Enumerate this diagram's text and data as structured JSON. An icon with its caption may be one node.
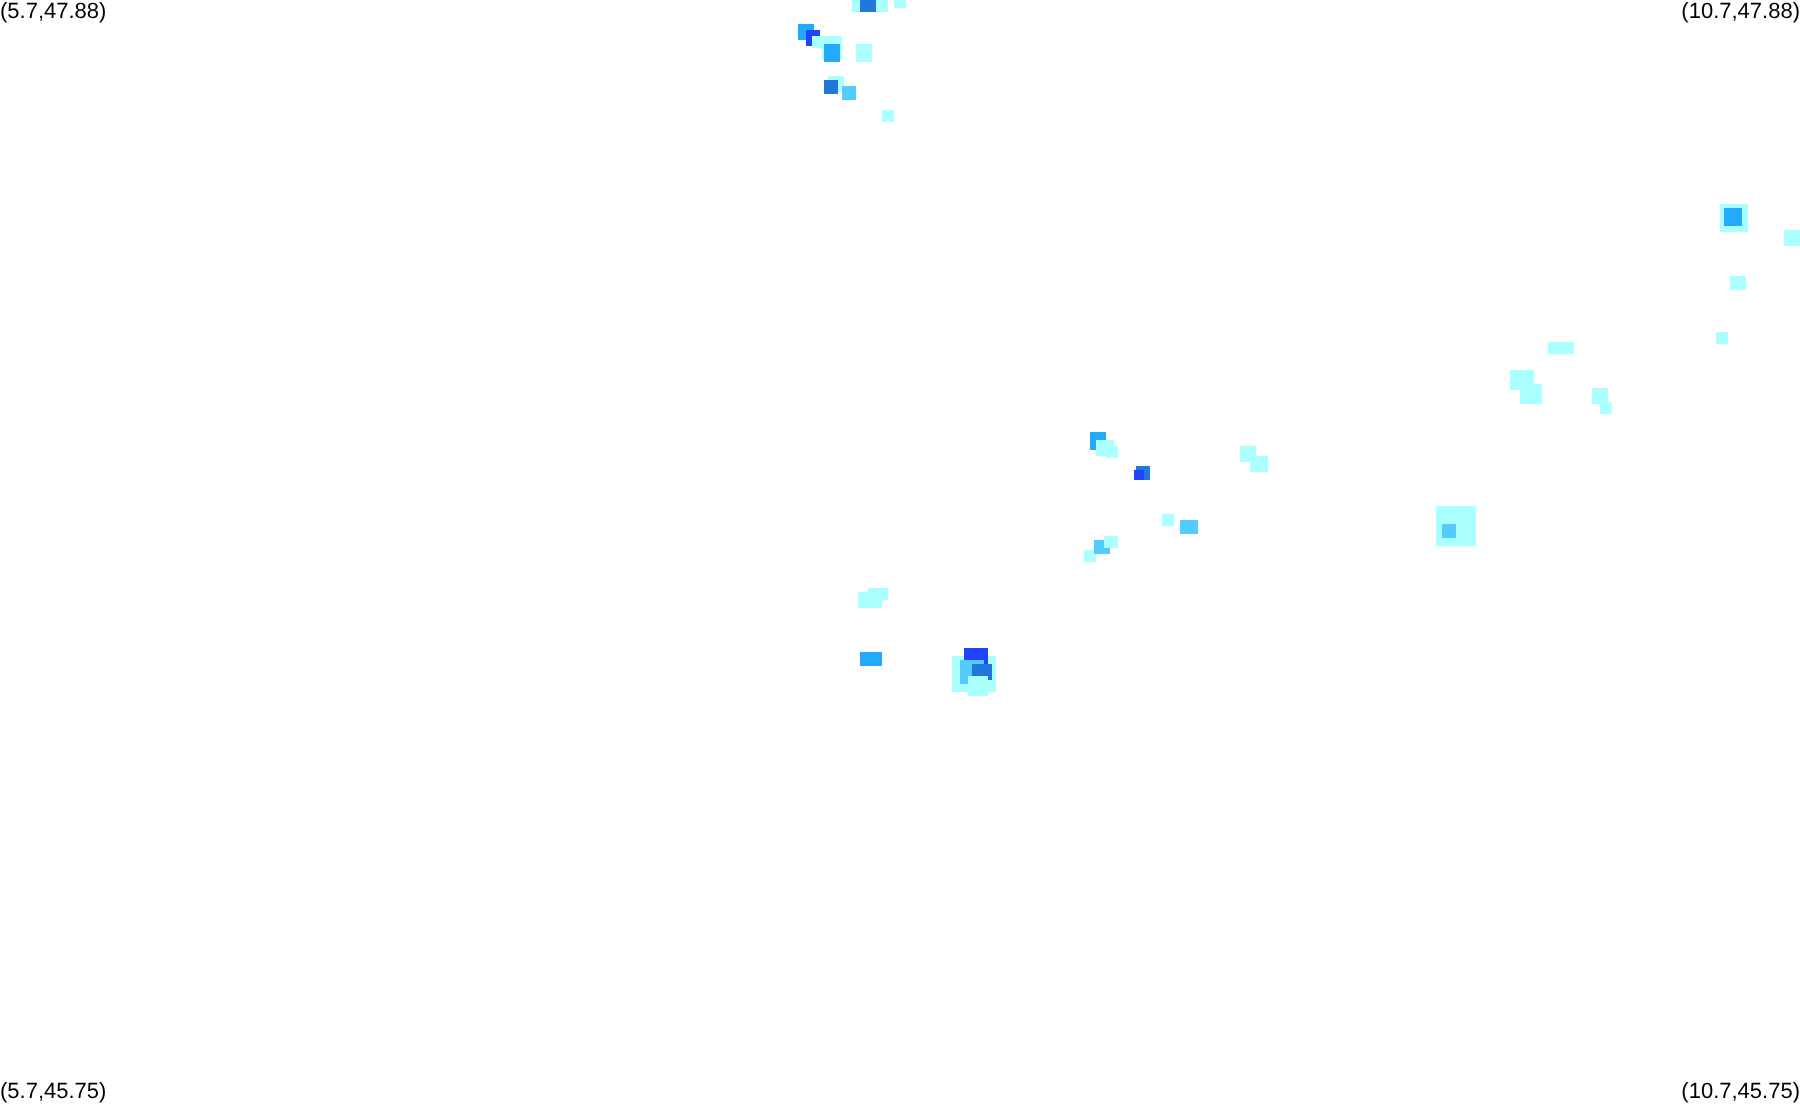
{
  "diagram": {
    "labels": [
      "(5.7,47.88)",
      "(10.7,47.88)",
      "(5.7,45.75)",
      "(10.7,45.75)"
    ]
  }
}
